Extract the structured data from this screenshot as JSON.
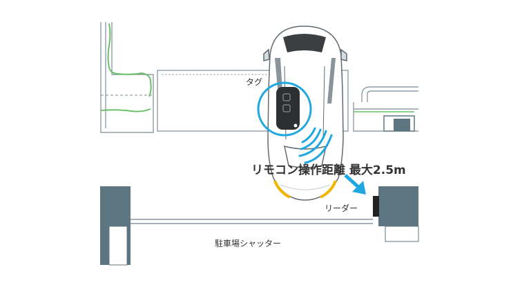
{
  "labels": {
    "tag": "タグ",
    "range": "リモコン操作距離 最大2.5m",
    "reader": "リーダー",
    "shutter": "駐車場シャッター"
  },
  "colors": {
    "wall": "#5d7580",
    "wall_line": "#7a8e97",
    "hedge": "#6abf69",
    "accent": "#1ea7e0",
    "car_body": "#ffffff",
    "car_outline": "#5f6b71",
    "glass": "#3b3f42",
    "headlight": "#f2b500",
    "key_fob": "#2d2f31",
    "text": "#333333"
  },
  "icons": {
    "car": "car-top-view-icon",
    "key": "smart-key-icon",
    "signal": "signal-waves-icon",
    "arrow": "arrow-down-right-icon",
    "reader": "reader-device-icon"
  }
}
